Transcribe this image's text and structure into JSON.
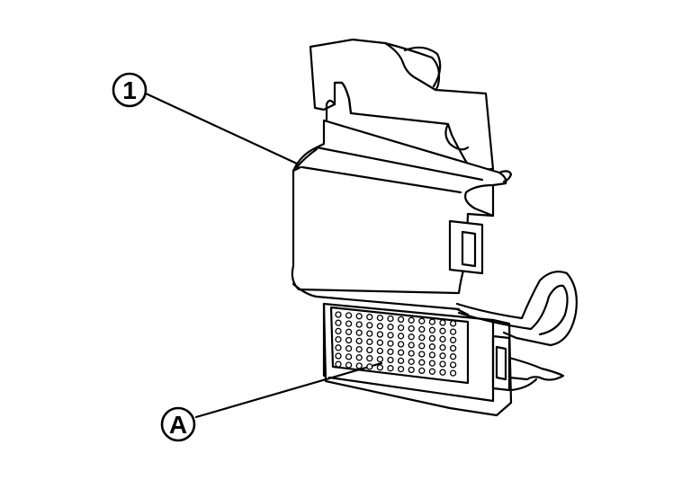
{
  "callouts": [
    {
      "id": "part-1",
      "label": "1"
    },
    {
      "id": "part-a",
      "label": "A"
    }
  ],
  "pin_grid": {
    "rows": 7,
    "columns": 12
  }
}
